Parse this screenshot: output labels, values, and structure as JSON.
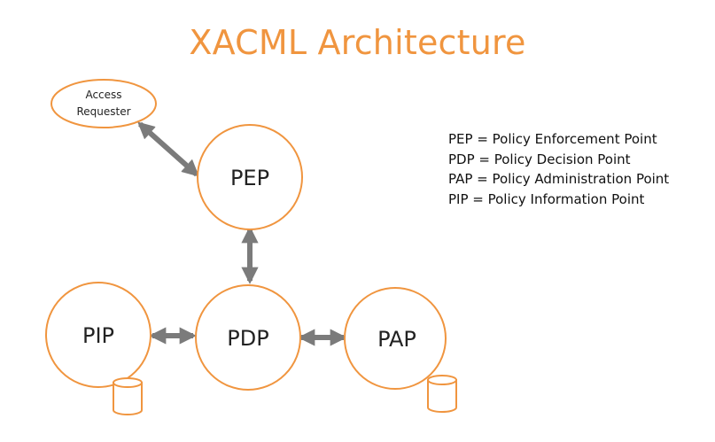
{
  "title": "XACML Architecture",
  "nodes": {
    "access_requester": {
      "line1": "Access",
      "line2": "Requester"
    },
    "pep": {
      "label": "PEP"
    },
    "pdp": {
      "label": "PDP"
    },
    "pip": {
      "label": "PIP"
    },
    "pap": {
      "label": "PAP"
    }
  },
  "legend": [
    "PEP = Policy Enforcement Point",
    "PDP = Policy Decision Point",
    "PAP = Policy Administration Point",
    "PIP = Policy Information Point"
  ],
  "colors": {
    "accent": "#F0953F",
    "arrow": "#7B7B7B",
    "text": "#111111"
  }
}
